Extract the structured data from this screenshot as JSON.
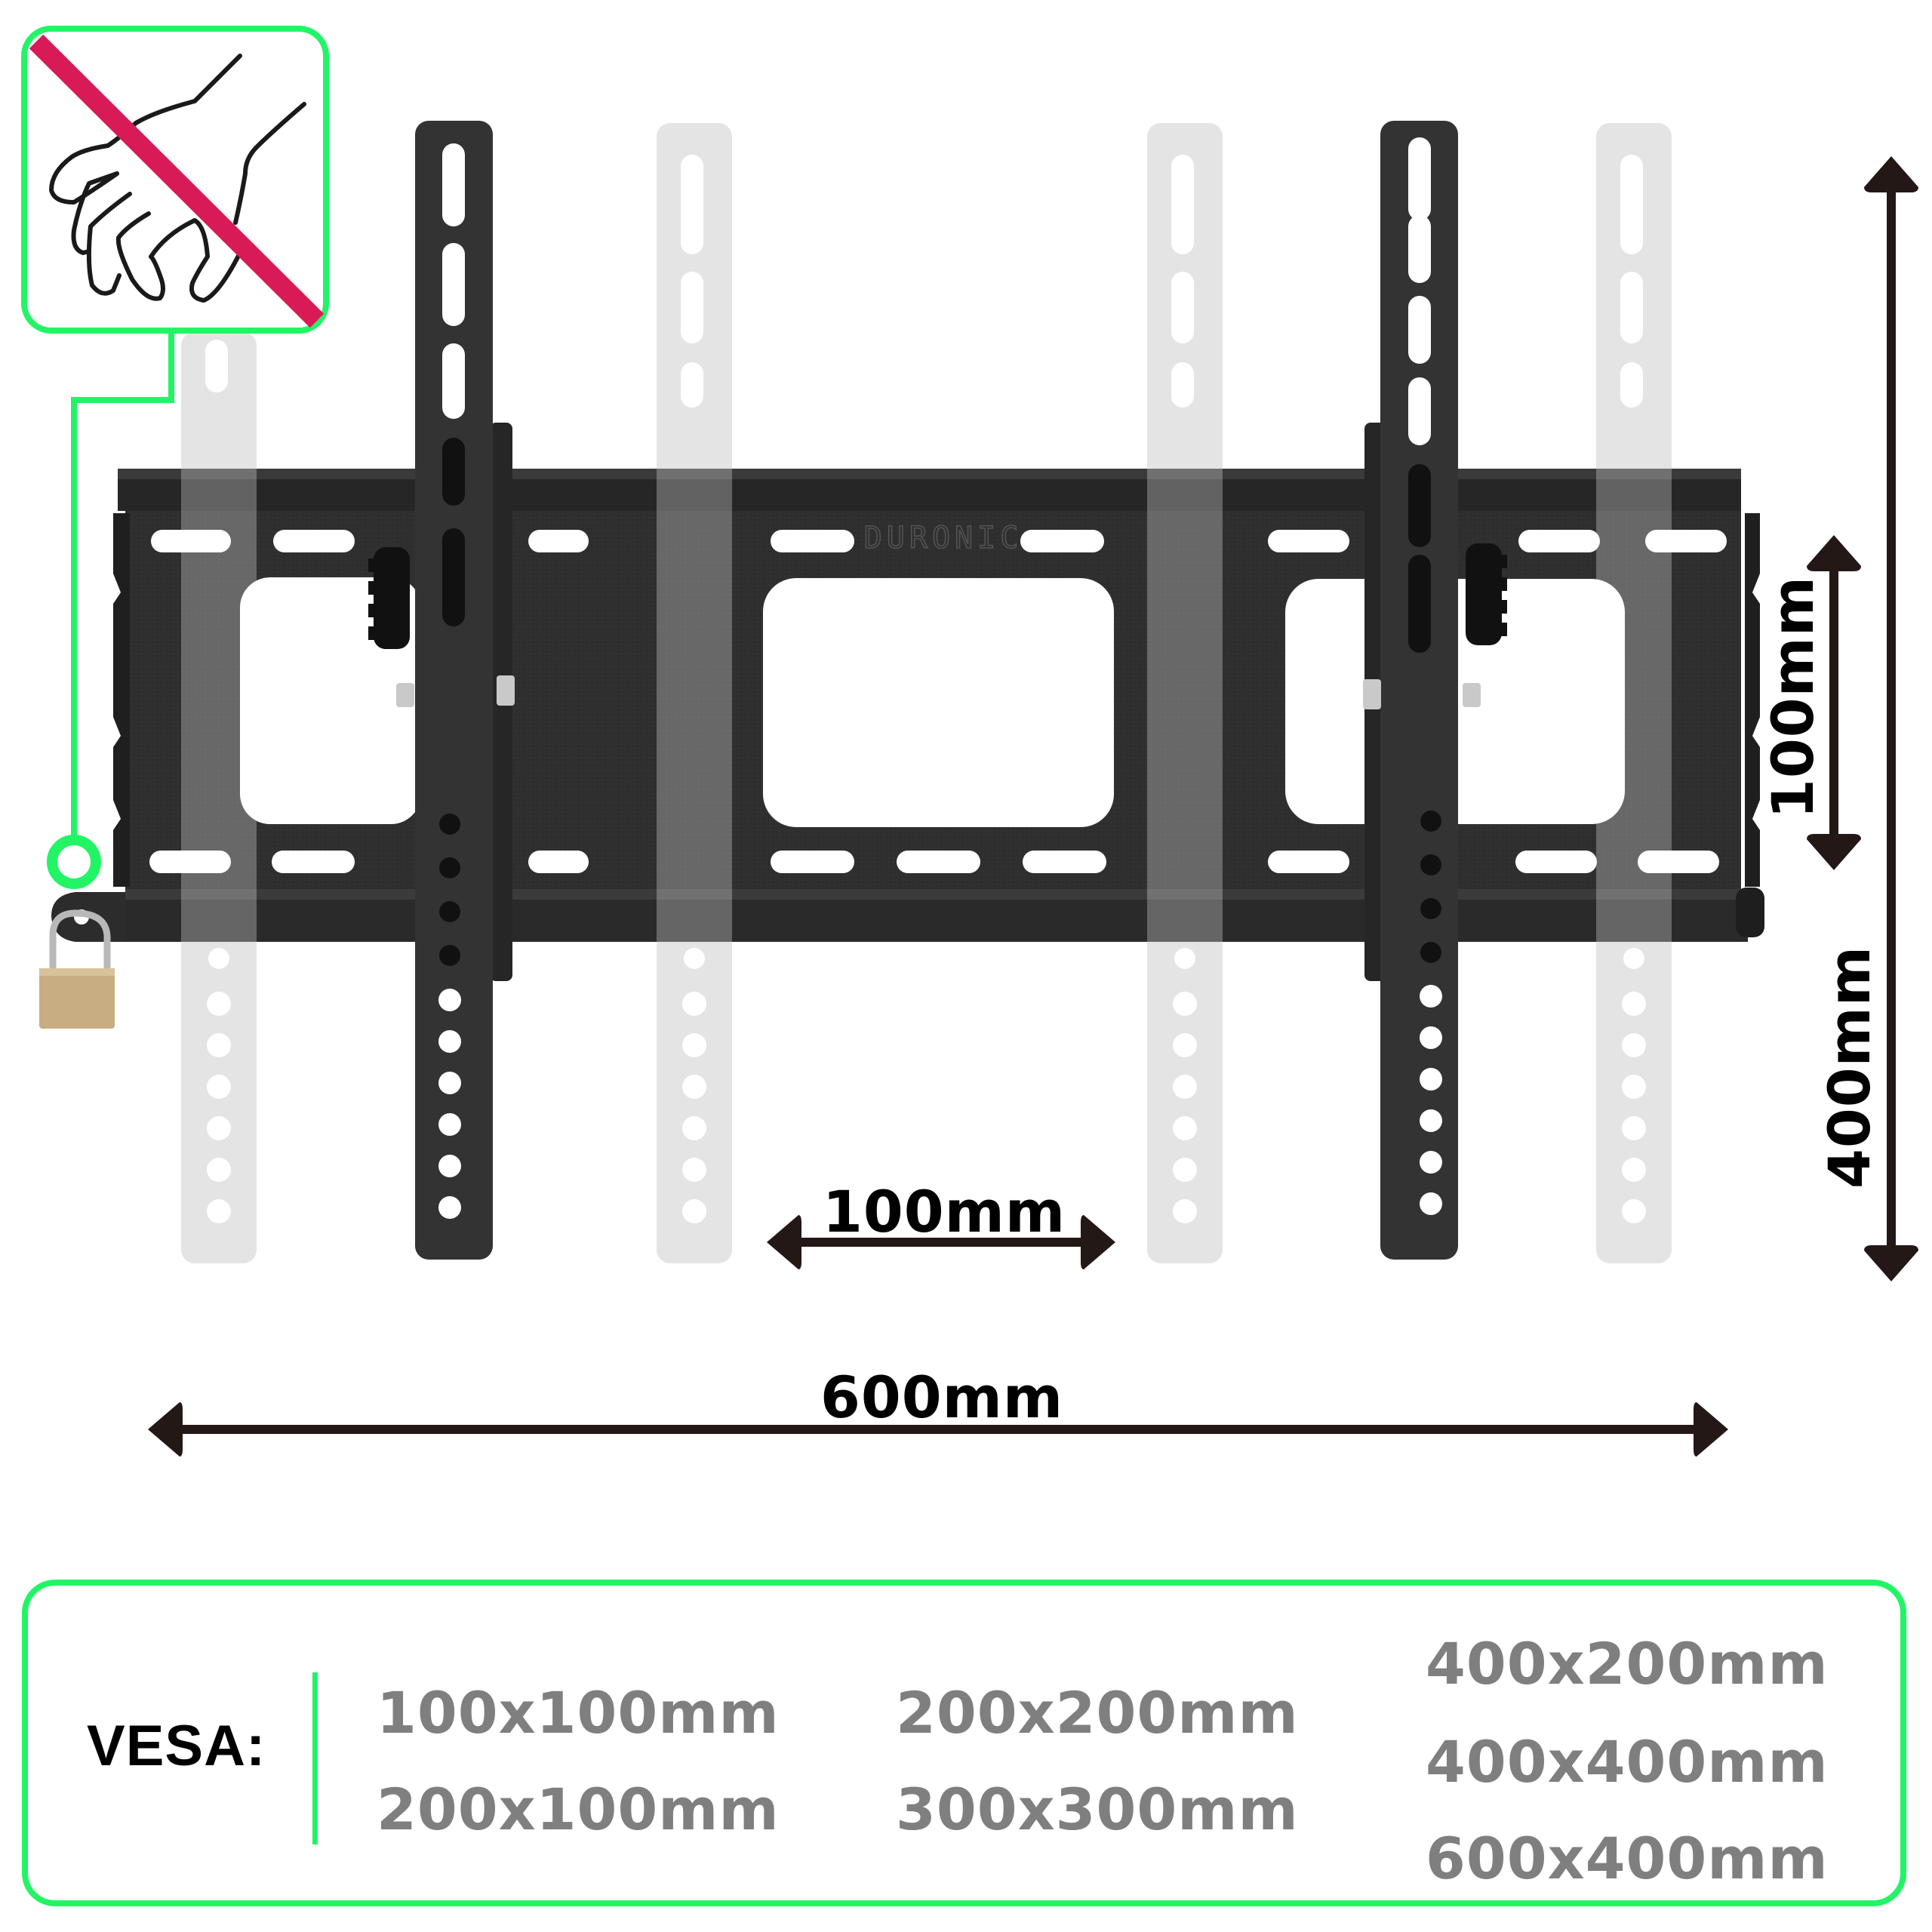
{
  "colors": {
    "accent_green": "#22f565",
    "prohibition_pink": "#d81b57",
    "bracket_dark": "#2e2e2e",
    "ghost_arm": "#e4e4e4",
    "arrow": "#231815",
    "vesa_text": "#7f7f7f"
  },
  "warning_icon": {
    "icon": "no-hand-icon",
    "meaning": "do not touch / anti-theft lock"
  },
  "bracket": {
    "brand_emboss": "DURONIC",
    "lock_icon": "padlock-icon"
  },
  "dimensions": {
    "horizontal_small": "100mm",
    "horizontal_large": "600mm",
    "vertical_small": "100mm",
    "vertical_large": "400mm"
  },
  "vesa": {
    "label": "VESA:",
    "columns": [
      [
        "100x100mm",
        "200x100mm"
      ],
      [
        "200x200mm",
        "300x300mm"
      ],
      [
        "400x200mm",
        "400x400mm",
        "600x400mm"
      ]
    ]
  }
}
